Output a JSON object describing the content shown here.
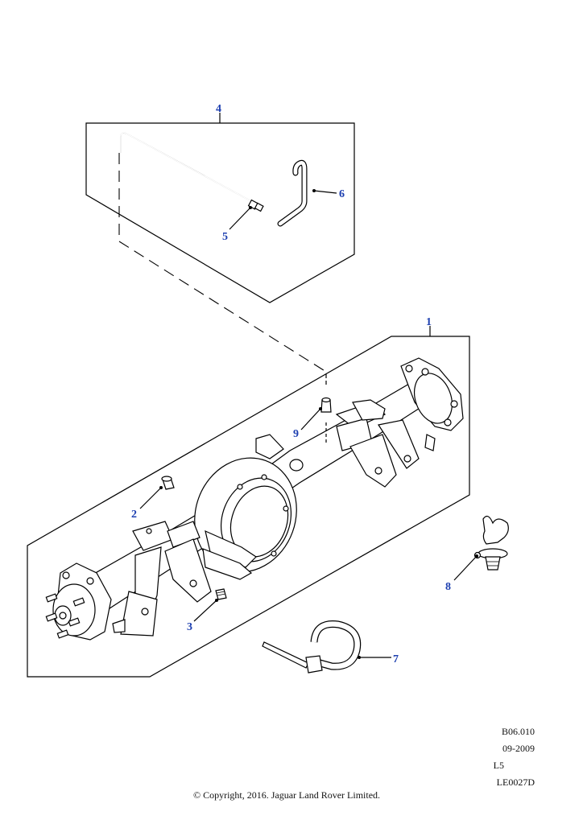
{
  "callouts": [
    {
      "id": "callout-1",
      "label": "1"
    },
    {
      "id": "callout-2",
      "label": "2"
    },
    {
      "id": "callout-3",
      "label": "3"
    },
    {
      "id": "callout-4",
      "label": "4"
    },
    {
      "id": "callout-5",
      "label": "5"
    },
    {
      "id": "callout-6",
      "label": "6"
    },
    {
      "id": "callout-7",
      "label": "7"
    },
    {
      "id": "callout-8",
      "label": "8"
    },
    {
      "id": "callout-9",
      "label": "9"
    }
  ],
  "meta": {
    "ref": "B06.010",
    "date": "09-2009",
    "level": "L5",
    "code": "LE0027D"
  },
  "copyright": "© Copyright, 2016. Jaguar Land Rover Limited.",
  "colors": {
    "callout": "#1d3fb0",
    "line": "#000000"
  }
}
